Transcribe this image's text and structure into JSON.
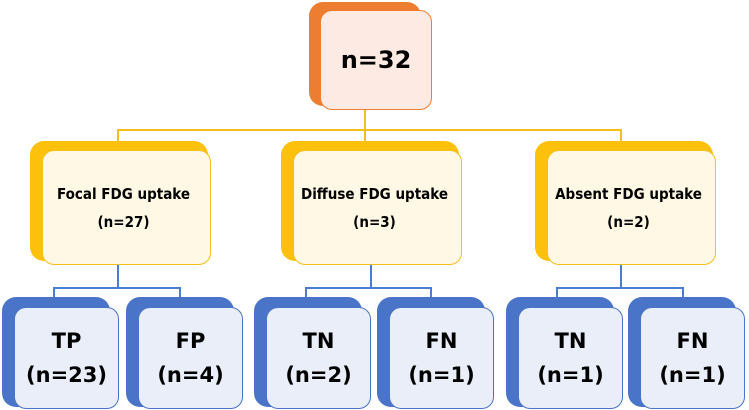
{
  "root": {
    "label": "n=32"
  },
  "categories": [
    {
      "title": "Focal FDG uptake",
      "count": "(n=27)"
    },
    {
      "title": "Diffuse FDG uptake",
      "count": "(n=3)"
    },
    {
      "title": "Absent FDG uptake",
      "count": "(n=2)"
    }
  ],
  "leaves": [
    {
      "label": "TP",
      "count": "(n=23)"
    },
    {
      "label": "FP",
      "count": "(n=4)"
    },
    {
      "label": "TN",
      "count": "(n=2)"
    },
    {
      "label": "FN",
      "count": "(n=1)"
    },
    {
      "label": "TN",
      "count": "(n=1)"
    },
    {
      "label": "FN",
      "count": "(n=1)"
    }
  ],
  "colors": {
    "root_accent": "#ed7d31",
    "root_fill": "#fdeae2",
    "category_accent": "#fdc10b",
    "category_fill": "#fff8e4",
    "leaf_accent": "#4a74c8",
    "leaf_fill": "#e9eef8",
    "connector_top": "#f4be1e",
    "connector_bottom": "#4a7ccf"
  }
}
